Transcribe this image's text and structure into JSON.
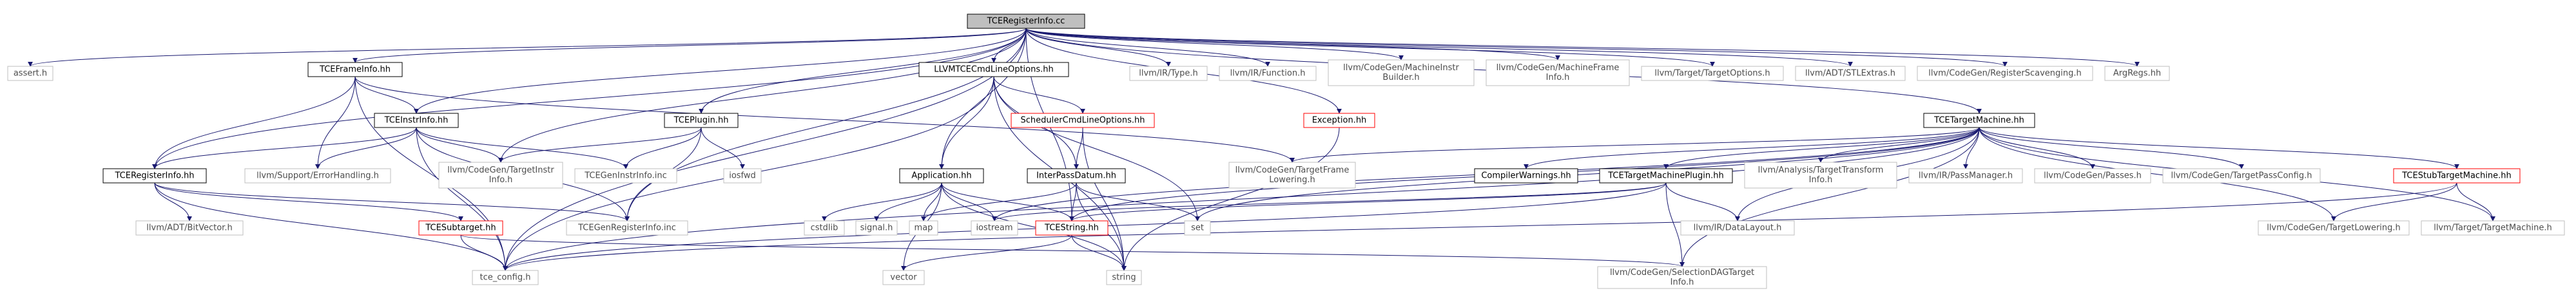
{
  "colors": {
    "edge": "#63b8ff",
    "edge_dark": "#191970",
    "root_fill": "#bfbfbf",
    "documented_border": "#000000",
    "undocumented_border": "#bfbfbf",
    "missing_border": "#ff0000",
    "text": "#000000",
    "text_muted": "#4d4d4d"
  },
  "nodes": [
    {
      "id": "root",
      "lines": [
        "TCERegisterInfo.cc"
      ],
      "style": "root"
    },
    {
      "id": "assert",
      "lines": [
        "assert.h"
      ],
      "style": "undoc"
    },
    {
      "id": "tceframe",
      "lines": [
        "TCEFrameInfo.hh"
      ],
      "style": "doc"
    },
    {
      "id": "llvmtcecmd",
      "lines": [
        "LLVMTCECmdLineOptions.hh"
      ],
      "style": "doc"
    },
    {
      "id": "ir_type",
      "lines": [
        "llvm/IR/Type.h"
      ],
      "style": "undoc"
    },
    {
      "id": "ir_function",
      "lines": [
        "llvm/IR/Function.h"
      ],
      "style": "undoc"
    },
    {
      "id": "mib",
      "lines": [
        "llvm/CodeGen/MachineInstr",
        "Builder.h"
      ],
      "style": "undoc"
    },
    {
      "id": "mfi",
      "lines": [
        "llvm/CodeGen/MachineFrame",
        "Info.h"
      ],
      "style": "undoc"
    },
    {
      "id": "targetoptions",
      "lines": [
        "llvm/Target/TargetOptions.h"
      ],
      "style": "undoc"
    },
    {
      "id": "stlextras",
      "lines": [
        "llvm/ADT/STLExtras.h"
      ],
      "style": "undoc"
    },
    {
      "id": "regscav",
      "lines": [
        "llvm/CodeGen/RegisterScavenging.h"
      ],
      "style": "undoc"
    },
    {
      "id": "argregs",
      "lines": [
        "ArgRegs.hh"
      ],
      "style": "undoc"
    },
    {
      "id": "tceinstrinfo",
      "lines": [
        "TCEInstrInfo.hh"
      ],
      "style": "doc"
    },
    {
      "id": "tceplugin",
      "lines": [
        "TCEPlugin.hh"
      ],
      "style": "doc"
    },
    {
      "id": "schedcmd",
      "lines": [
        "SchedulerCmdLineOptions.hh"
      ],
      "style": "missing"
    },
    {
      "id": "exception",
      "lines": [
        "Exception.hh"
      ],
      "style": "missing"
    },
    {
      "id": "tcetargetmachine",
      "lines": [
        "TCETargetMachine.hh"
      ],
      "style": "doc"
    },
    {
      "id": "tceregisterinfo",
      "lines": [
        "TCERegisterInfo.hh"
      ],
      "style": "doc"
    },
    {
      "id": "errorhandling",
      "lines": [
        "llvm/Support/ErrorHandling.h"
      ],
      "style": "undoc"
    },
    {
      "id": "targetinstrinfo",
      "lines": [
        "llvm/CodeGen/TargetInstr",
        "Info.h"
      ],
      "style": "undoc"
    },
    {
      "id": "tcegeninstr",
      "lines": [
        "TCEGenInstrInfo.inc"
      ],
      "style": "undoc"
    },
    {
      "id": "iosfwd",
      "lines": [
        "iosfwd"
      ],
      "style": "undoc"
    },
    {
      "id": "application",
      "lines": [
        "Application.hh"
      ],
      "style": "doc"
    },
    {
      "id": "interpass",
      "lines": [
        "InterPassDatum.hh"
      ],
      "style": "doc"
    },
    {
      "id": "targetframelowering",
      "lines": [
        "llvm/CodeGen/TargetFrame",
        "Lowering.h"
      ],
      "style": "undoc"
    },
    {
      "id": "compilerwarnings",
      "lines": [
        "CompilerWarnings.hh"
      ],
      "style": "doc"
    },
    {
      "id": "tcetmplugin",
      "lines": [
        "TCETargetMachinePlugin.hh"
      ],
      "style": "doc"
    },
    {
      "id": "analysis_tti",
      "lines": [
        "llvm/Analysis/TargetTransform",
        "Info.h"
      ],
      "style": "undoc"
    },
    {
      "id": "ir_passmanager",
      "lines": [
        "llvm/IR/PassManager.h"
      ],
      "style": "undoc"
    },
    {
      "id": "cg_passes",
      "lines": [
        "llvm/CodeGen/Passes.h"
      ],
      "style": "undoc"
    },
    {
      "id": "targetpassconfig",
      "lines": [
        "llvm/CodeGen/TargetPassConfig.h"
      ],
      "style": "undoc"
    },
    {
      "id": "tcestubtm",
      "lines": [
        "TCEStubTargetMachine.hh"
      ],
      "style": "missing"
    },
    {
      "id": "bitvector",
      "lines": [
        "llvm/ADT/BitVector.h"
      ],
      "style": "undoc"
    },
    {
      "id": "tcesubtarget",
      "lines": [
        "TCESubtarget.hh"
      ],
      "style": "missing"
    },
    {
      "id": "tcegenreginfo",
      "lines": [
        "TCEGenRegisterInfo.inc"
      ],
      "style": "undoc"
    },
    {
      "id": "cstdlib",
      "lines": [
        "cstdlib"
      ],
      "style": "undoc"
    },
    {
      "id": "signal",
      "lines": [
        "signal.h"
      ],
      "style": "undoc"
    },
    {
      "id": "map",
      "lines": [
        "map"
      ],
      "style": "undoc"
    },
    {
      "id": "iostream",
      "lines": [
        "iostream"
      ],
      "style": "undoc"
    },
    {
      "id": "tcestring",
      "lines": [
        "TCEString.hh"
      ],
      "style": "missing"
    },
    {
      "id": "set",
      "lines": [
        "set"
      ],
      "style": "undoc"
    },
    {
      "id": "datalayout",
      "lines": [
        "llvm/IR/DataLayout.h"
      ],
      "style": "undoc"
    },
    {
      "id": "targetlowering",
      "lines": [
        "llvm/CodeGen/TargetLowering.h"
      ],
      "style": "undoc"
    },
    {
      "id": "targetmachine",
      "lines": [
        "llvm/Target/TargetMachine.h"
      ],
      "style": "undoc"
    },
    {
      "id": "tceconfig",
      "lines": [
        "tce_config.h"
      ],
      "style": "undoc"
    },
    {
      "id": "vector",
      "lines": [
        "vector"
      ],
      "style": "undoc"
    },
    {
      "id": "string",
      "lines": [
        "string"
      ],
      "style": "undoc"
    },
    {
      "id": "seldag",
      "lines": [
        "llvm/CodeGen/SelectionDAGTarget",
        "Info.h"
      ],
      "style": "undoc"
    }
  ],
  "edges": [
    [
      "root",
      "assert"
    ],
    [
      "root",
      "tceframe"
    ],
    [
      "root",
      "llvmtcecmd"
    ],
    [
      "root",
      "ir_type"
    ],
    [
      "root",
      "ir_function"
    ],
    [
      "root",
      "mib"
    ],
    [
      "root",
      "mfi"
    ],
    [
      "root",
      "targetoptions"
    ],
    [
      "root",
      "stlextras"
    ],
    [
      "root",
      "regscav"
    ],
    [
      "root",
      "argregs"
    ],
    [
      "root",
      "tceinstrinfo"
    ],
    [
      "root",
      "tceplugin"
    ],
    [
      "root",
      "exception"
    ],
    [
      "root",
      "tcetargetmachine"
    ],
    [
      "root",
      "tceregisterinfo"
    ],
    [
      "root",
      "targetinstrinfo"
    ],
    [
      "root",
      "application"
    ],
    [
      "root",
      "tcegenreginfo"
    ],
    [
      "root",
      "tcestring"
    ],
    [
      "root",
      "tceconfig"
    ],
    [
      "tceframe",
      "tceinstrinfo"
    ],
    [
      "tceframe",
      "tceregisterinfo"
    ],
    [
      "tceframe",
      "errorhandling"
    ],
    [
      "tceframe",
      "targetframelowering"
    ],
    [
      "tceframe",
      "tceconfig"
    ],
    [
      "tceinstrinfo",
      "tceregisterinfo"
    ],
    [
      "tceinstrinfo",
      "errorhandling"
    ],
    [
      "tceinstrinfo",
      "targetinstrinfo"
    ],
    [
      "tceinstrinfo",
      "tcegeninstr"
    ],
    [
      "tceinstrinfo",
      "tcegenreginfo"
    ],
    [
      "tceinstrinfo",
      "tceconfig"
    ],
    [
      "tceplugin",
      "targetinstrinfo"
    ],
    [
      "tceplugin",
      "tcegeninstr"
    ],
    [
      "tceplugin",
      "iosfwd"
    ],
    [
      "tceplugin",
      "tcegenreginfo"
    ],
    [
      "llvmtcecmd",
      "schedcmd"
    ],
    [
      "llvmtcecmd",
      "interpass"
    ],
    [
      "llvmtcecmd",
      "application"
    ],
    [
      "llvmtcecmd",
      "set"
    ],
    [
      "llvmtcecmd",
      "string"
    ],
    [
      "llvmtcecmd",
      "tceconfig"
    ],
    [
      "schedcmd",
      "interpass"
    ],
    [
      "schedcmd",
      "string"
    ],
    [
      "exception",
      "string"
    ],
    [
      "tcetargetmachine",
      "targetframelowering"
    ],
    [
      "tcetargetmachine",
      "compilerwarnings"
    ],
    [
      "tcetargetmachine",
      "tcetmplugin"
    ],
    [
      "tcetargetmachine",
      "analysis_tti"
    ],
    [
      "tcetargetmachine",
      "ir_passmanager"
    ],
    [
      "tcetargetmachine",
      "cg_passes"
    ],
    [
      "tcetargetmachine",
      "targetpassconfig"
    ],
    [
      "tcetargetmachine",
      "tcestubtm"
    ],
    [
      "tcetargetmachine",
      "iostream"
    ],
    [
      "tcetargetmachine",
      "set"
    ],
    [
      "tcetargetmachine",
      "datalayout"
    ],
    [
      "tcetargetmachine",
      "targetlowering"
    ],
    [
      "tcetargetmachine",
      "targetmachine"
    ],
    [
      "tcetargetmachine",
      "tceconfig"
    ],
    [
      "tcetargetmachine",
      "seldag"
    ],
    [
      "tcetargetmachine",
      "tcestring"
    ],
    [
      "tceregisterinfo",
      "bitvector"
    ],
    [
      "tceregisterinfo",
      "tcesubtarget"
    ],
    [
      "tceregisterinfo",
      "tcegenreginfo"
    ],
    [
      "tceregisterinfo",
      "tceconfig"
    ],
    [
      "tcesubtarget",
      "tceconfig"
    ],
    [
      "tcesubtarget",
      "seldag"
    ],
    [
      "application",
      "cstdlib"
    ],
    [
      "application",
      "signal"
    ],
    [
      "application",
      "map"
    ],
    [
      "application",
      "iostream"
    ],
    [
      "application",
      "vector"
    ],
    [
      "application",
      "string"
    ],
    [
      "application",
      "tcestring"
    ],
    [
      "interpass",
      "map"
    ],
    [
      "interpass",
      "set"
    ],
    [
      "interpass",
      "string"
    ],
    [
      "interpass",
      "tcestring"
    ],
    [
      "tcetmplugin",
      "tcestring"
    ],
    [
      "tcetmplugin",
      "datalayout"
    ],
    [
      "tcetmplugin",
      "seldag"
    ],
    [
      "tcetmplugin",
      "tceconfig"
    ],
    [
      "tcetmplugin",
      "iostream"
    ],
    [
      "tcestubtm",
      "targetlowering"
    ],
    [
      "tcestubtm",
      "targetmachine"
    ],
    [
      "tcestubtm",
      "tceconfig"
    ],
    [
      "tcestring",
      "string"
    ],
    [
      "tcestring",
      "vector"
    ]
  ]
}
